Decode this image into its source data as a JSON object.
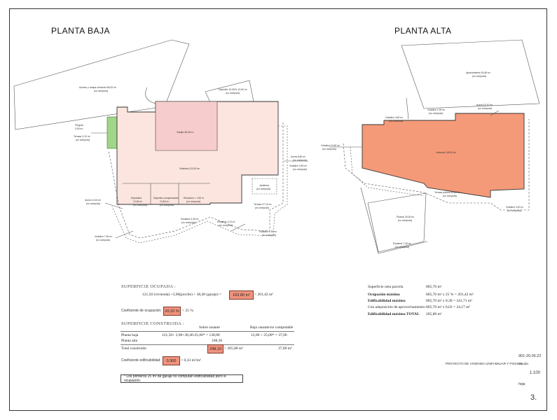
{
  "titles": {
    "left": "PLANTA BAJA",
    "right": "PLANTA ALTA"
  },
  "planta_baja_labels": {
    "acceso": "Acceso y rampa vehicular 56,00 m²",
    "acceso_nc": "(no computa)",
    "deposito_top": "Depósito 10.000L 13,00 m²",
    "deposito_top_nc": "(no computa)",
    "pergola": "Pérgola",
    "pergola_val": "3,90 m²",
    "terraza_left": "Terraza  3,10 m²",
    "terraza_left_nc": "(no computa)",
    "garaje": "Garaje  38,40 m²",
    "vivienda": "Vivienda  121,50 m²",
    "acera_right": "Acera   8,60 m²",
    "acera_right_nc": "(no computa)",
    "voladizo_right": "Voladizo   3,60 m²",
    "voladizo_right_nc": "(no computa)",
    "jardinera": "Jardinera",
    "jardinera_nc": "(no computa)",
    "terraza_right": "Terraza   27,10 m²",
    "terraza_right_nc": "(no computa)",
    "acera_left": "Acera   10,20 m²",
    "acera_left_nc": "(no computa)",
    "depositos": "Depósitos",
    "depositos_val": "12,60 m²",
    "depositos_nc": "(no computa)",
    "deposito_comp": "Depósito compensación",
    "deposito_comp_val": "13,60 m²",
    "deposito_comp_nc": "(no computa)",
    "elevacion": "Elevación = 1,90 m",
    "elevacion_nc": "(no computa)",
    "escalera_mid": "Escalera  3,30 m²",
    "escalera_mid_nc": "(no computa)",
    "escalera_right": "Escalera   4,10 m²",
    "escalera_right_nc": "(no computa)",
    "voladizo_bottom": "Voladizo   1,90 m²",
    "voladizo_bottom_nc": "(no computa)",
    "voladizo_left": "Voladizo   7,50 m²",
    "voladizo_left_nc": "(no computa)"
  },
  "planta_alta_labels": {
    "aparcamiento": "Aparcamiento   60,60 m²",
    "aparcamiento_nc": "(no computa)",
    "acera": "Acera  15,10 m²",
    "acera_nc": "(no computa)",
    "voladizo_top": "Voladizo   1,90 m²",
    "voladizo_top_nc": "(no computa)",
    "voladizo_left": "Voladizo   3,60 m²",
    "voladizo_left_nc": "(no computa)",
    "voladizo_far": "Voladizo   10,60 m²",
    "voladizo_far_nc": "(no computa)",
    "vivienda": "Vivienda   108,30 m²",
    "terraza_piscina": "Terraza piscina   60,80 m²",
    "terraza_piscina_nc": "(no computa)",
    "voladizo_right": "Voladizo   3,40 m²",
    "voladizo_right_nc": "(no computa)",
    "piscina": "Piscina   25,30 m²",
    "piscina_nc": "(no computa)",
    "escalera": "Escalera   7,40 m²",
    "escalera_nc": "(no computa)"
  },
  "superficie_ocupada": {
    "header": "SUPERFICIE OCUPADA :",
    "formula": "121,50 (vivienda) +3,90(porche) + 38,40 (garaje) =",
    "result": "163,80 m²",
    "limit": "< 201,42 m²"
  },
  "coef_ocupacion": {
    "label": "Coeficiente de ocupación:",
    "value": "20,33 %",
    "limit": "< 25 %"
  },
  "superficie_construida": {
    "header": "SUPERFICIE CONSTRUIDA :",
    "col1": "Sobre rasante",
    "col2": "Bajo rasante/no computable",
    "rows": [
      {
        "label": "Planta baja",
        "sobre": "121,50+ 3,90+38,40-25,00* = 138,80",
        "bajo": "12,00 + 25,00* = 37,00"
      },
      {
        "label": "Planta alta",
        "sobre": "108,30",
        "bajo": ""
      }
    ],
    "total_label": "Total construido",
    "total_value": "248,10",
    "total_limit": "< 265,88 m²",
    "total_bajo": "37,00 m²"
  },
  "coef_edificabilidad": {
    "label": "Coeficiente edificabilidad:",
    "value": "0,300",
    "limit": "< 0,33 m²/m²"
  },
  "note": "* Los primeros 25 m² de garaje no computan edificabilidad pero si ocupación.",
  "parcela": [
    {
      "label": "Superficie neta parcela",
      "value": "805,70 m²"
    },
    {
      "label": "Ocupación máxima",
      "value": "805,70 m² x 25 % = 201,42 m²"
    },
    {
      "label": "Edificabilidad máxima",
      "value": "805,70 m² x 0,30 = 241,71 m²"
    },
    {
      "label": "Con adquisición de aprovechamiento",
      "value": "805,70 m² x 0,03 = 24,17 m²"
    },
    {
      "label": "Edificabilidad máxima TOTAL",
      "value": "265,88 m²"
    }
  ],
  "cartouche": {
    "code": "901-20.05.22",
    "project": "PROYECTO DE VIVIENDA UNIFAMILIAR Y PISCINA",
    "escala_label": "escala",
    "escala": "1:100",
    "hoja_label": "hoja",
    "hoja": "3."
  },
  "colors": {
    "vivienda_baja": "#fbe5de",
    "garaje": "#f6cccc",
    "pergola": "#9fd68a",
    "vivienda_alta": "#f59a78",
    "highlight": "#f0937d"
  }
}
